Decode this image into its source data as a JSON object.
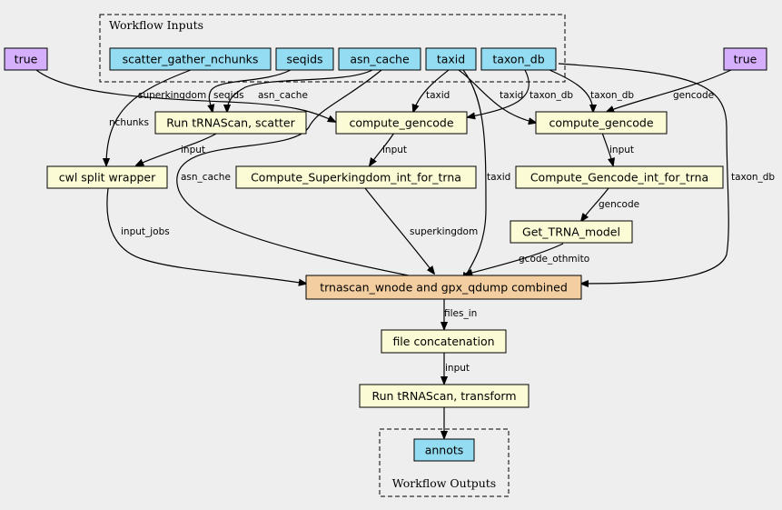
{
  "clusters": {
    "inputs": "Workflow Inputs",
    "outputs": "Workflow Outputs"
  },
  "nodes": {
    "true_left": "true",
    "true_right": "true",
    "scatter_gather_nchunks": "scatter_gather_nchunks",
    "seqids": "seqids",
    "asn_cache": "asn_cache",
    "taxid": "taxid",
    "taxon_db": "taxon_db",
    "run_trnascan_scatter": "Run tRNAScan, scatter",
    "compute_gencode_1": "compute_gencode",
    "compute_gencode_2": "compute_gencode",
    "cwl_split_wrapper": "cwl split wrapper",
    "compute_superkingdom": "Compute_Superkingdom_int_for_trna",
    "compute_gencode_int": "Compute_Gencode_int_for_trna",
    "get_trna_model": "Get_TRNA_model",
    "trnascan_combined": "trnascan_wnode and gpx_qdump combined",
    "file_concatenation": "file concatenation",
    "run_trnascan_transform": "Run tRNAScan, transform",
    "annots": "annots"
  },
  "edge_labels": {
    "superkingdom_top": "superkingdom",
    "seqids": "seqids",
    "asn_cache_top": "asn_cache",
    "taxid_1": "taxid",
    "taxid_2": "taxid",
    "taxon_db_1": "taxon_db",
    "taxon_db_2": "taxon_db",
    "gencode_top": "gencode",
    "nchunks": "nchunks",
    "input_1": "input",
    "input_2": "input",
    "input_3": "input",
    "asn_cache_long": "asn_cache",
    "taxid_long": "taxid",
    "taxon_db_long": "taxon_db",
    "gencode_mid": "gencode",
    "input_jobs": "input_jobs",
    "superkingdom_mid": "superkingdom",
    "gcode_othmito": "gcode_othmito",
    "files_in": "files_in",
    "input_4": "input"
  },
  "colors": {
    "background": "#eeeeee",
    "input_node": "#94dcf1",
    "true_node": "#d5aefc",
    "step_node": "#fbfbd5",
    "combined_node": "#f3cea1",
    "output_node": "#94dcf1"
  }
}
